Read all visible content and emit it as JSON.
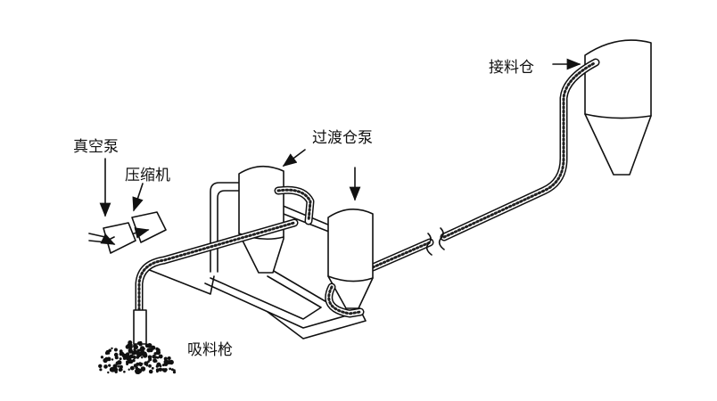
{
  "labels": {
    "receiving_silo": "接料仓",
    "transition_pump": "过渡仓泵",
    "vacuum_pump": "真空泵",
    "compressor": "压缩机",
    "suction_gun": "吸料枪"
  }
}
